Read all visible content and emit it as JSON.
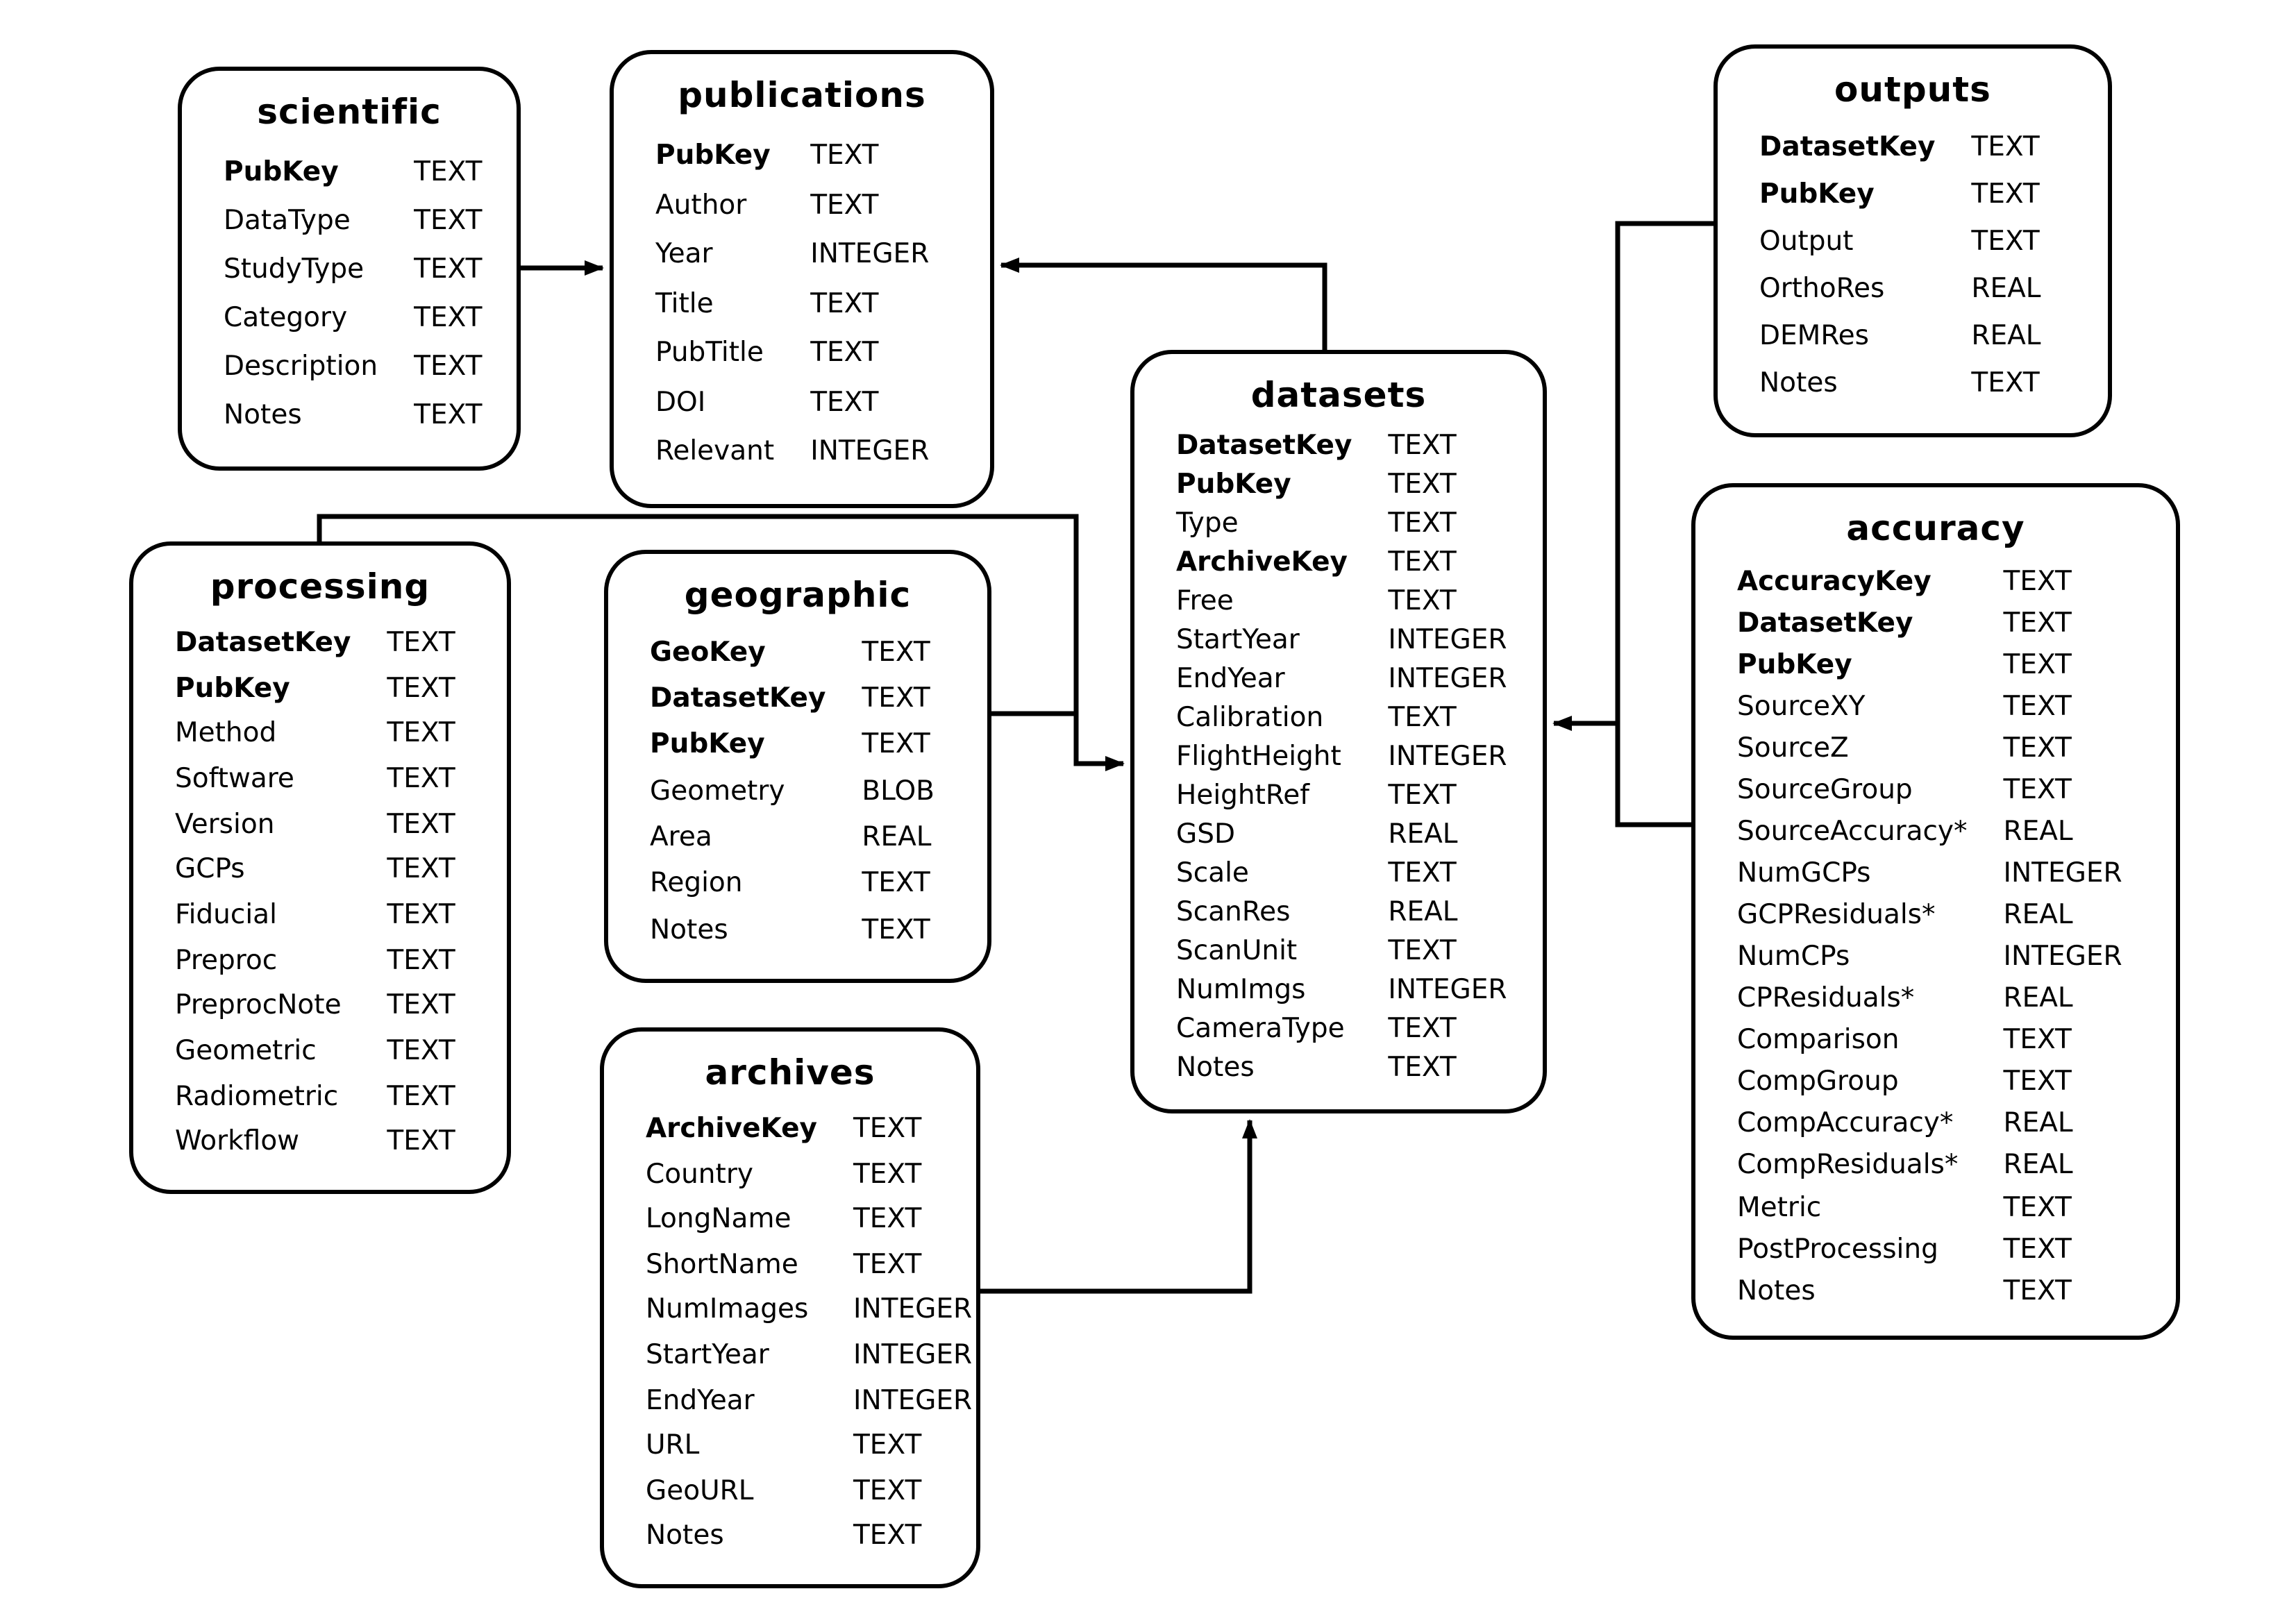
{
  "diagram": {
    "kind": "database-schema-er-diagram",
    "background_color": "#ffffff",
    "line_color": "#000000",
    "text_color": "#000000"
  },
  "tables": [
    {
      "id": "scientific",
      "title": "scientific",
      "fields": [
        {
          "name": "PubKey",
          "type": "TEXT",
          "key": true
        },
        {
          "name": "DataType",
          "type": "TEXT",
          "key": false
        },
        {
          "name": "StudyType",
          "type": "TEXT",
          "key": false
        },
        {
          "name": "Category",
          "type": "TEXT",
          "key": false
        },
        {
          "name": "Description",
          "type": "TEXT",
          "key": false
        },
        {
          "name": "Notes",
          "type": "TEXT",
          "key": false
        }
      ]
    },
    {
      "id": "publications",
      "title": "publications",
      "fields": [
        {
          "name": "PubKey",
          "type": "TEXT",
          "key": true
        },
        {
          "name": "Author",
          "type": "TEXT",
          "key": false
        },
        {
          "name": "Year",
          "type": "INTEGER",
          "key": false
        },
        {
          "name": "Title",
          "type": "TEXT",
          "key": false
        },
        {
          "name": "PubTitle",
          "type": "TEXT",
          "key": false
        },
        {
          "name": "DOI",
          "type": "TEXT",
          "key": false
        },
        {
          "name": "Relevant",
          "type": "INTEGER",
          "key": false
        }
      ]
    },
    {
      "id": "outputs",
      "title": "outputs",
      "fields": [
        {
          "name": "DatasetKey",
          "type": "TEXT",
          "key": true
        },
        {
          "name": "PubKey",
          "type": "TEXT",
          "key": true
        },
        {
          "name": "Output",
          "type": "TEXT",
          "key": false
        },
        {
          "name": "OrthoRes",
          "type": "REAL",
          "key": false
        },
        {
          "name": "DEMRes",
          "type": "REAL",
          "key": false
        },
        {
          "name": "Notes",
          "type": "TEXT",
          "key": false
        }
      ]
    },
    {
      "id": "processing",
      "title": "processing",
      "fields": [
        {
          "name": "DatasetKey",
          "type": "TEXT",
          "key": true
        },
        {
          "name": "PubKey",
          "type": "TEXT",
          "key": true
        },
        {
          "name": "Method",
          "type": "TEXT",
          "key": false
        },
        {
          "name": "Software",
          "type": "TEXT",
          "key": false
        },
        {
          "name": "Version",
          "type": "TEXT",
          "key": false
        },
        {
          "name": "GCPs",
          "type": "TEXT",
          "key": false
        },
        {
          "name": "Fiducial",
          "type": "TEXT",
          "key": false
        },
        {
          "name": "Preproc",
          "type": "TEXT",
          "key": false
        },
        {
          "name": "PreprocNote",
          "type": "TEXT",
          "key": false
        },
        {
          "name": "Geometric",
          "type": "TEXT",
          "key": false
        },
        {
          "name": "Radiometric",
          "type": "TEXT",
          "key": false
        },
        {
          "name": "Workflow",
          "type": "TEXT",
          "key": false
        }
      ]
    },
    {
      "id": "geographic",
      "title": "geographic",
      "fields": [
        {
          "name": "GeoKey",
          "type": "TEXT",
          "key": true
        },
        {
          "name": "DatasetKey",
          "type": "TEXT",
          "key": true
        },
        {
          "name": "PubKey",
          "type": "TEXT",
          "key": true
        },
        {
          "name": "Geometry",
          "type": "BLOB",
          "key": false
        },
        {
          "name": "Area",
          "type": "REAL",
          "key": false
        },
        {
          "name": "Region",
          "type": "TEXT",
          "key": false
        },
        {
          "name": "Notes",
          "type": "TEXT",
          "key": false
        }
      ]
    },
    {
      "id": "datasets",
      "title": "datasets",
      "fields": [
        {
          "name": "DatasetKey",
          "type": "TEXT",
          "key": true
        },
        {
          "name": "PubKey",
          "type": "TEXT",
          "key": true
        },
        {
          "name": "Type",
          "type": "TEXT",
          "key": false
        },
        {
          "name": "ArchiveKey",
          "type": "TEXT",
          "key": true
        },
        {
          "name": "Free",
          "type": "TEXT",
          "key": false
        },
        {
          "name": "StartYear",
          "type": "INTEGER",
          "key": false
        },
        {
          "name": "EndYear",
          "type": "INTEGER",
          "key": false
        },
        {
          "name": "Calibration",
          "type": "TEXT",
          "key": false
        },
        {
          "name": "FlightHeight",
          "type": "INTEGER",
          "key": false
        },
        {
          "name": "HeightRef",
          "type": "TEXT",
          "key": false
        },
        {
          "name": "GSD",
          "type": "REAL",
          "key": false
        },
        {
          "name": "Scale",
          "type": "TEXT",
          "key": false
        },
        {
          "name": "ScanRes",
          "type": "REAL",
          "key": false
        },
        {
          "name": "ScanUnit",
          "type": "TEXT",
          "key": false
        },
        {
          "name": "NumImgs",
          "type": "INTEGER",
          "key": false
        },
        {
          "name": "CameraType",
          "type": "TEXT",
          "key": false
        },
        {
          "name": "Notes",
          "type": "TEXT",
          "key": false
        }
      ]
    },
    {
      "id": "accuracy",
      "title": "accuracy",
      "fields": [
        {
          "name": "AccuracyKey",
          "type": "TEXT",
          "key": true
        },
        {
          "name": "DatasetKey",
          "type": "TEXT",
          "key": true
        },
        {
          "name": "PubKey",
          "type": "TEXT",
          "key": true
        },
        {
          "name": "SourceXY",
          "type": "TEXT",
          "key": false
        },
        {
          "name": "SourceZ",
          "type": "TEXT",
          "key": false
        },
        {
          "name": "SourceGroup",
          "type": "TEXT",
          "key": false
        },
        {
          "name": "SourceAccuracy*",
          "type": "REAL",
          "key": false
        },
        {
          "name": "NumGCPs",
          "type": "INTEGER",
          "key": false
        },
        {
          "name": "GCPResiduals*",
          "type": "REAL",
          "key": false
        },
        {
          "name": "NumCPs",
          "type": "INTEGER",
          "key": false
        },
        {
          "name": "CPResiduals*",
          "type": "REAL",
          "key": false
        },
        {
          "name": "Comparison",
          "type": "TEXT",
          "key": false
        },
        {
          "name": "CompGroup",
          "type": "TEXT",
          "key": false
        },
        {
          "name": "CompAccuracy*",
          "type": "REAL",
          "key": false
        },
        {
          "name": "CompResiduals*",
          "type": "REAL",
          "key": false
        },
        {
          "name": "Metric",
          "type": "TEXT",
          "key": false
        },
        {
          "name": "PostProcessing",
          "type": "TEXT",
          "key": false
        },
        {
          "name": "Notes",
          "type": "TEXT",
          "key": false
        }
      ]
    },
    {
      "id": "archives",
      "title": "archives",
      "fields": [
        {
          "name": "ArchiveKey",
          "type": "TEXT",
          "key": true
        },
        {
          "name": "Country",
          "type": "TEXT",
          "key": false
        },
        {
          "name": "LongName",
          "type": "TEXT",
          "key": false
        },
        {
          "name": "ShortName",
          "type": "TEXT",
          "key": false
        },
        {
          "name": "NumImages",
          "type": "INTEGER",
          "key": false
        },
        {
          "name": "StartYear",
          "type": "INTEGER",
          "key": false
        },
        {
          "name": "EndYear",
          "type": "INTEGER",
          "key": false
        },
        {
          "name": "URL",
          "type": "TEXT",
          "key": false
        },
        {
          "name": "GeoURL",
          "type": "TEXT",
          "key": false
        },
        {
          "name": "Notes",
          "type": "TEXT",
          "key": false
        }
      ]
    }
  ],
  "relationships": [
    {
      "from": "scientific",
      "to": "publications"
    },
    {
      "from": "datasets",
      "to": "publications"
    },
    {
      "from": "processing",
      "to": "datasets"
    },
    {
      "from": "geographic",
      "to": "datasets"
    },
    {
      "from": "archives",
      "to": "datasets"
    },
    {
      "from": "outputs",
      "to": "datasets"
    },
    {
      "from": "accuracy",
      "to": "datasets"
    }
  ]
}
